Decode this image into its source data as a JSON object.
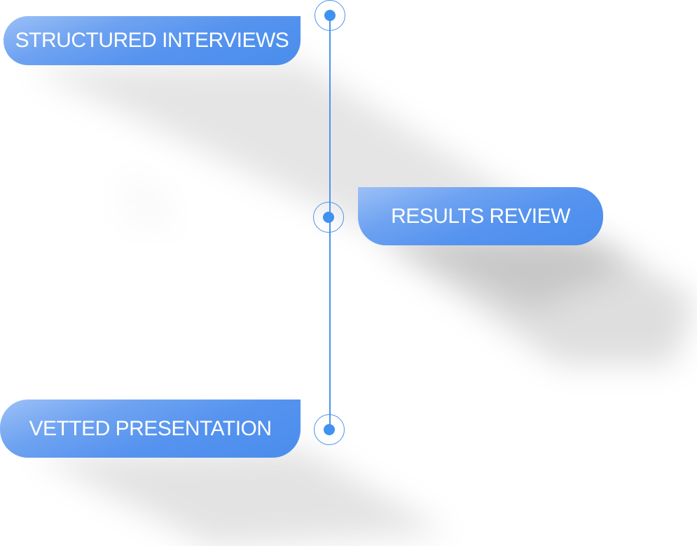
{
  "diagram": {
    "type": "vertical-timeline",
    "accent_color": "#4a8dec",
    "line_color": "#4a93ee",
    "steps": [
      {
        "label": "STRUCTURED INTERVIEWS",
        "side": "left",
        "order": 1
      },
      {
        "label": "RESULTS REVIEW",
        "side": "right",
        "order": 2
      },
      {
        "label": "VETTED PRESENTATION",
        "side": "left",
        "order": 3
      }
    ]
  }
}
